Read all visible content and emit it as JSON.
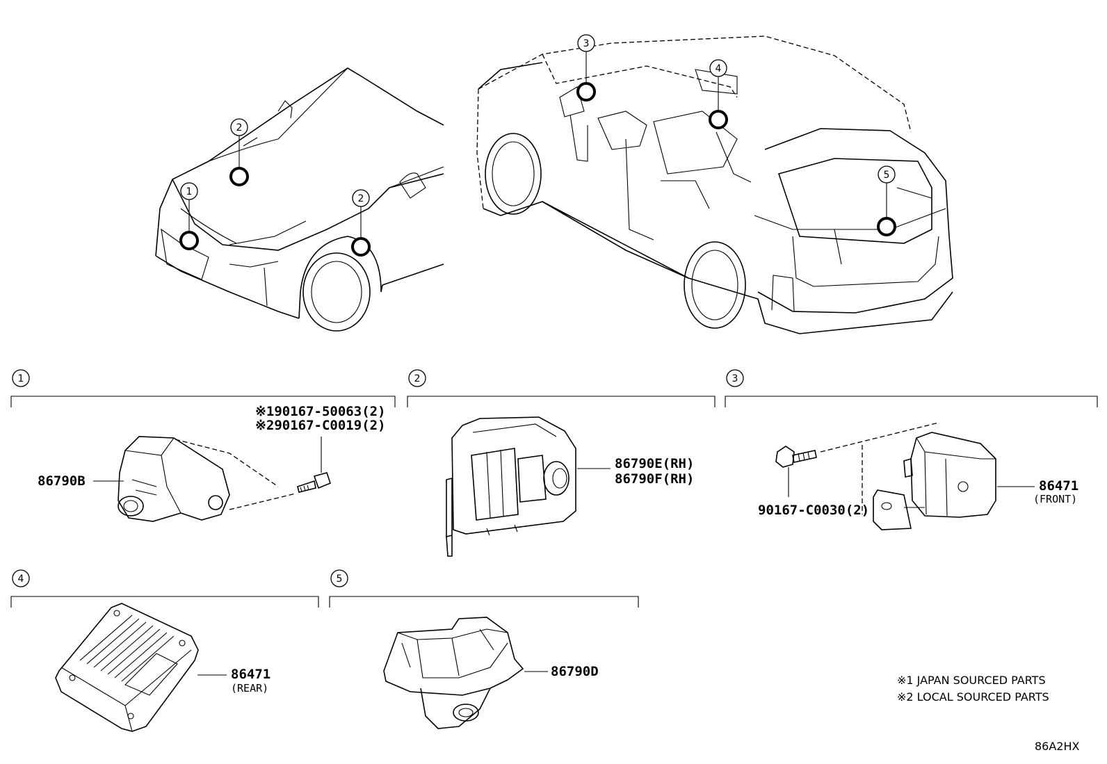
{
  "callouts": {
    "1": "1",
    "2": "2",
    "3": "3",
    "4": "4",
    "5": "5"
  },
  "sections": [
    {
      "num": "1"
    },
    {
      "num": "2"
    },
    {
      "num": "3"
    },
    {
      "num": "4"
    },
    {
      "num": "5"
    }
  ],
  "parts": {
    "p1_note1": "※190167-50063(2)",
    "p1_note2": "※290167-C0019(2)",
    "p1_main": "86790B",
    "p2_a": "86790E(RH)",
    "p2_b": "86790F(RH)",
    "p3_bolt": "90167-C0030(2)",
    "p3_main": "86471",
    "p3_sub": "(FRONT)",
    "p4_main": "86471",
    "p4_sub": "(REAR)",
    "p5_main": "86790D"
  },
  "legend": {
    "line1": "※1 JAPAN SOURCED PARTS",
    "line2": "※2 LOCAL SOURCED PARTS"
  },
  "diagram_code": "86A2HX"
}
